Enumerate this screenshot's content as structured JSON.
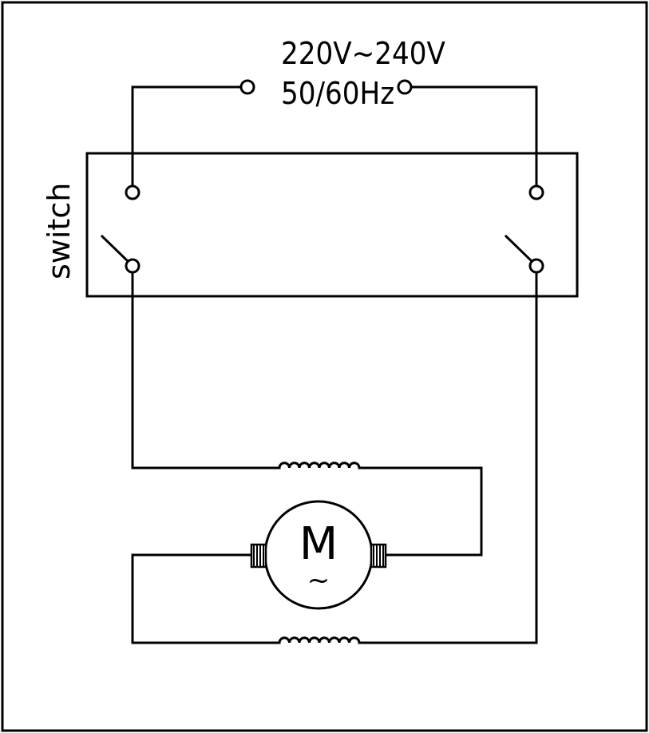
{
  "supply": {
    "voltage": "220V~240V",
    "frequency": "50/60Hz"
  },
  "switch": {
    "label": "switch"
  },
  "motor": {
    "symbol": "M",
    "ac_symbol": "~"
  },
  "colors": {
    "line": "#000000",
    "background": "#ffffff"
  }
}
